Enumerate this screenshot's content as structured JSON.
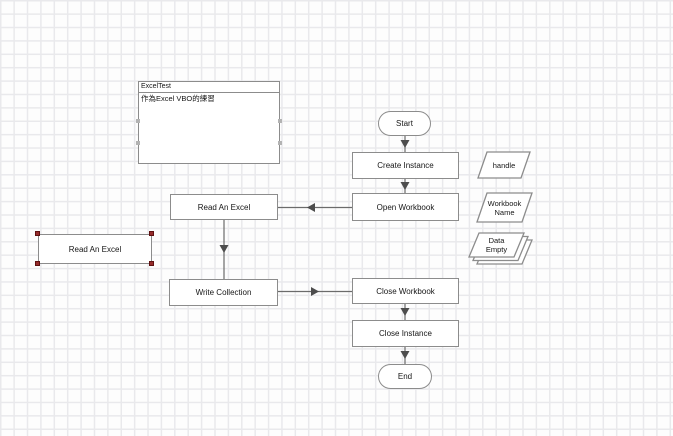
{
  "diagram": {
    "note": {
      "title": "ExcelTest",
      "body": "作為Excel VBO的練習"
    },
    "nodes": [
      {
        "id": "start",
        "label": "Start",
        "type": "terminator"
      },
      {
        "id": "create-instance",
        "label": "Create Instance",
        "type": "process"
      },
      {
        "id": "open-workbook",
        "label": "Open Workbook",
        "type": "process"
      },
      {
        "id": "read-an-excel",
        "label": "Read An Excel",
        "type": "process"
      },
      {
        "id": "write-collection",
        "label": "Write Collection",
        "type": "process"
      },
      {
        "id": "close-workbook",
        "label": "Close Workbook",
        "type": "process"
      },
      {
        "id": "close-instance",
        "label": "Close Instance",
        "type": "process"
      },
      {
        "id": "end",
        "label": "End",
        "type": "terminator"
      },
      {
        "id": "read-an-excel-selected",
        "label": "Read An Excel",
        "type": "process-selected"
      }
    ],
    "data_items": [
      {
        "id": "handle",
        "label": "handle",
        "lines": [
          "handle",
          ""
        ]
      },
      {
        "id": "workbook-name",
        "label": "Workbook Name",
        "lines": [
          "Workbook",
          "Name"
        ]
      },
      {
        "id": "data-empty",
        "label": "Data Empty",
        "lines": [
          "Data",
          "Empty"
        ]
      }
    ],
    "flow": [
      "Start → Create Instance",
      "Create Instance → Open Workbook",
      "Open Workbook → Read An Excel",
      "Read An Excel → Write Collection",
      "Write Collection → Close Workbook",
      "Close Workbook → Close Instance",
      "Close Instance → End"
    ],
    "colors": {
      "grid_line": "#e9e9ec",
      "node_border": "#8c8c8c",
      "connector": "#6b6b6b",
      "arrowhead": "#4d4d4d",
      "selection_handle": "#962b2b",
      "text": "#161616"
    }
  }
}
